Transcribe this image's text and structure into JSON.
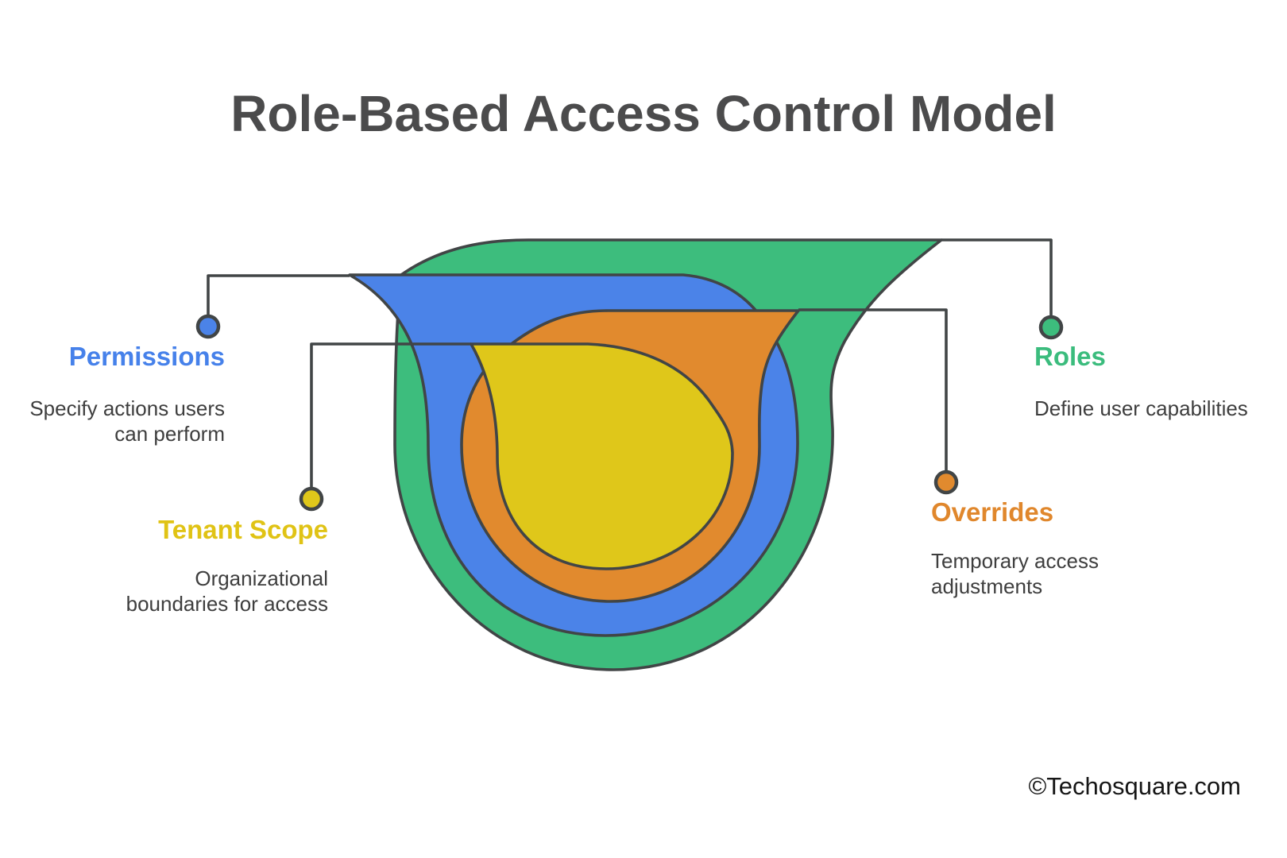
{
  "title": "Role-Based Access Control Model",
  "watermark": "©Techosquare.com",
  "colors": {
    "green": "#3dbd7d",
    "blue": "#4b83e8",
    "orange": "#e18a2e",
    "yellow": "#dfc71a",
    "outline": "#414546",
    "title_text": "#4b4b4c",
    "desc_text": "#3e3e3e"
  },
  "rings": [
    {
      "id": "roles",
      "label": "Roles",
      "color_name": "green",
      "color": "#3dbd7d",
      "position": "outer",
      "label_side": "right",
      "desc_lines": [
        "Define user capabilities"
      ]
    },
    {
      "id": "permissions",
      "label": "Permissions",
      "color_name": "blue",
      "color": "#4b83e8",
      "position": "second",
      "label_side": "left",
      "desc_lines": [
        "Specify actions users",
        "can perform"
      ]
    },
    {
      "id": "overrides",
      "label": "Overrides",
      "color_name": "orange",
      "color": "#e18a2e",
      "position": "third",
      "label_side": "right",
      "desc_lines": [
        "Temporary access",
        "adjustments"
      ]
    },
    {
      "id": "tenant_scope",
      "label": "Tenant Scope",
      "color_name": "yellow",
      "color": "#dfc71a",
      "position": "inner",
      "label_side": "left",
      "desc_lines": [
        "Organizational",
        "boundaries for access"
      ]
    }
  ]
}
